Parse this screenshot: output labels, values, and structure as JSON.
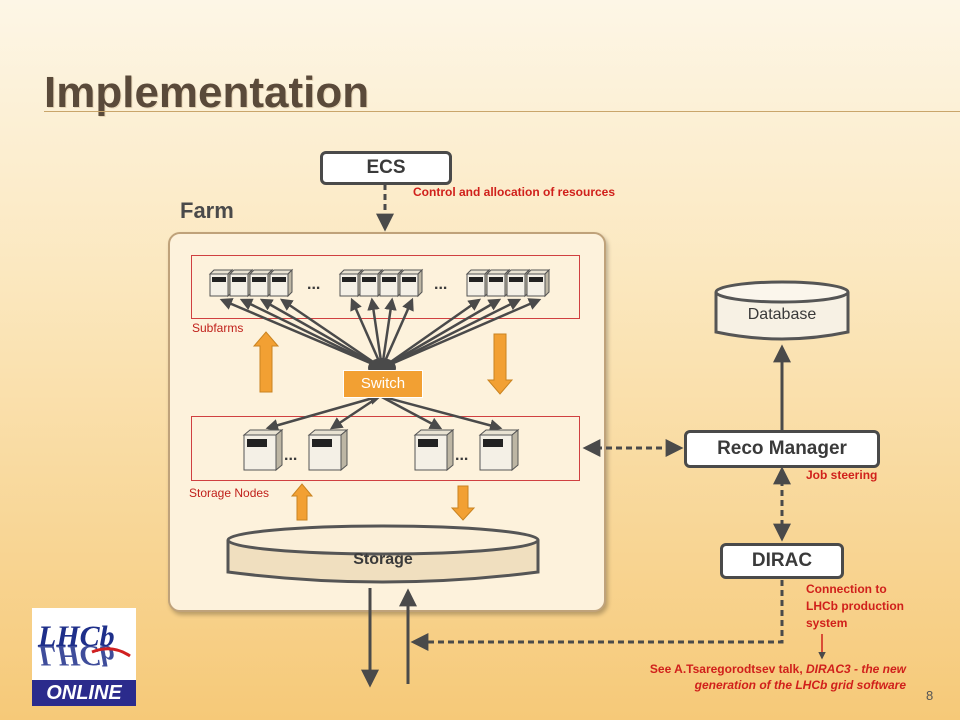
{
  "slide": {
    "title": "Implementation",
    "page_number": "8"
  },
  "ecs": {
    "label": "ECS",
    "annotation": "Control and allocation of resources"
  },
  "farm": {
    "label": "Farm",
    "subfarms_label": "Subfarms",
    "storage_nodes_label": "Storage Nodes",
    "switch_label": "Switch",
    "storage_label": "Storage",
    "ellipsis": "..."
  },
  "database": {
    "label": "Database"
  },
  "reco_manager": {
    "label": "Reco Manager",
    "annotation": "Job steering"
  },
  "dirac": {
    "label": "DIRAC",
    "annotation_line1": "Connection to",
    "annotation_line2": "LHCb production",
    "annotation_line3": "system"
  },
  "reference": {
    "prefix": "See A.Tsaregorodtsev talk, ",
    "emphasis": "DIRAC3 - the new",
    "line2": "generation of the LHCb grid software"
  },
  "logo": {
    "top_text": "LHCb",
    "bottom_text": "ONLINE"
  },
  "colors": {
    "accent_orange": "#f2a033",
    "annotation_red": "#d0201b",
    "dark": "#4a4a4a"
  }
}
